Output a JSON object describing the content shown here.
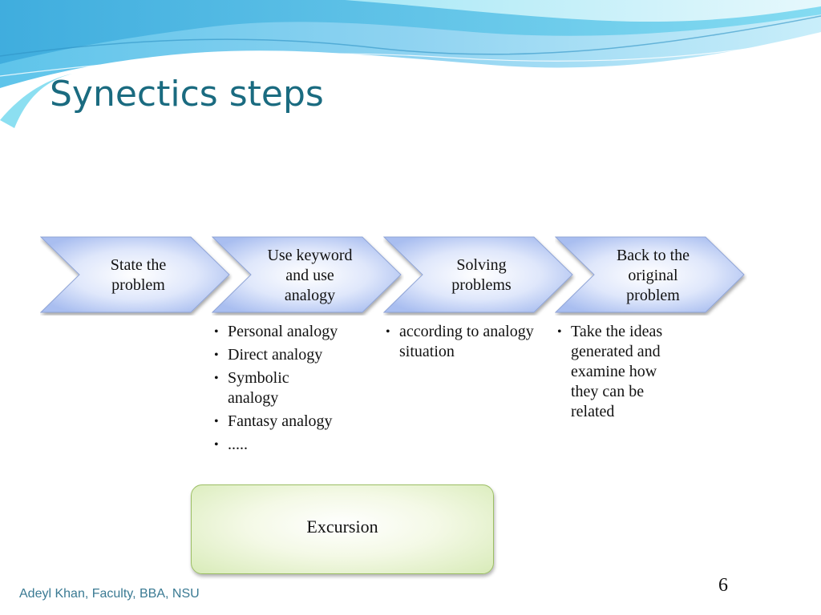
{
  "slide": {
    "title": "Synectics steps",
    "footer": "Adeyl Khan, Faculty, BBA, NSU",
    "page_number": "6"
  },
  "steps": [
    {
      "label": "State the\nproblem",
      "bullets": []
    },
    {
      "label": "Use keyword\nand use\nanalogy",
      "bullets": [
        "Personal analogy",
        "Direct analogy",
        "Symbolic analogy",
        "Fantasy analogy",
        "....."
      ]
    },
    {
      "label": "Solving\nproblems",
      "bullets": [
        "according to analogy situation"
      ]
    },
    {
      "label": "Back to the\noriginal\nproblem",
      "bullets": [
        "Take the ideas generated and examine how they can be related"
      ]
    }
  ],
  "excursion": {
    "label": "Excursion"
  },
  "colors": {
    "title": "#1a6b80",
    "footer": "#3a7a93",
    "chevron_fill_center": "#ffffff",
    "chevron_fill_edge": "#a9bef0",
    "chevron_stroke": "#8fa4d6",
    "excursion_fill_edge": "#d8ebb8",
    "excursion_stroke": "#9cbf64",
    "wave_blue": "#4fb8e3",
    "wave_cyan": "#7fdcf0"
  }
}
